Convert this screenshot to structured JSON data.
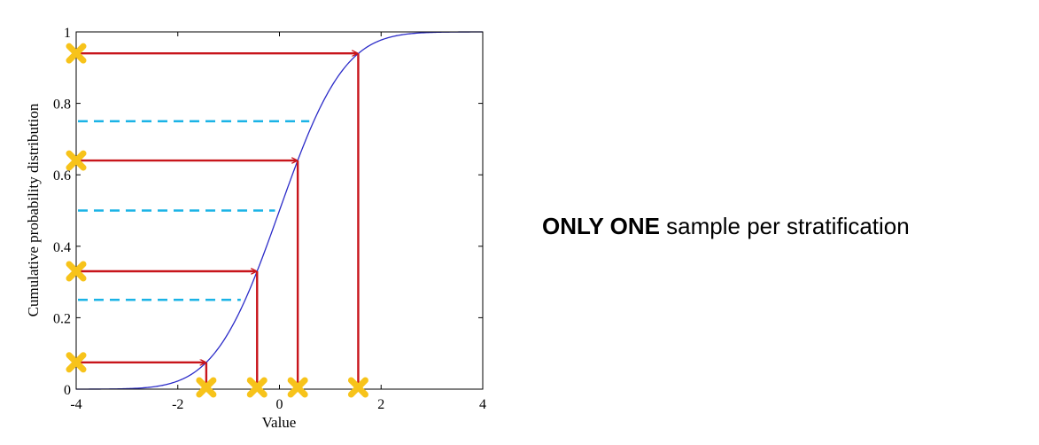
{
  "chart_data": {
    "type": "line",
    "title": "",
    "xlabel": "Value",
    "ylabel": "Cumulative probability distribution",
    "xlim": [
      -4,
      4
    ],
    "ylim": [
      0,
      1
    ],
    "x_ticks": [
      "-4",
      "-2",
      "0",
      "2",
      "4"
    ],
    "y_ticks": [
      "0",
      "0.2",
      "0.4",
      "0.6",
      "0.8",
      "1"
    ],
    "grid": false,
    "series": [
      {
        "distribution": "normal CDF",
        "mean": 0,
        "std": 1,
        "color": "#2b2bc8"
      }
    ],
    "strata_boundaries": [
      0.25,
      0.5,
      0.75
    ],
    "boundary_color": "#1ab3e6",
    "samples": [
      {
        "y": 0.075,
        "x": -1.44
      },
      {
        "y": 0.33,
        "x": -0.44
      },
      {
        "y": 0.64,
        "x": 0.36
      },
      {
        "y": 0.94,
        "x": 1.55
      }
    ],
    "arrow_color": "#c8151b",
    "marker_color": "#f7c31a"
  },
  "caption": {
    "bold": "ONLY ONE",
    "rest": " sample per stratification"
  }
}
